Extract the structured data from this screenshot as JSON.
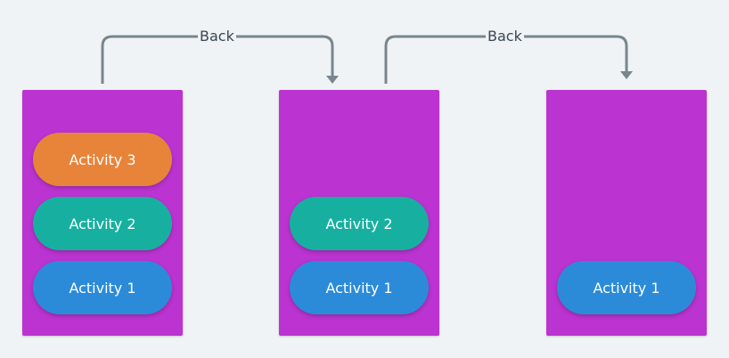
{
  "colors": {
    "background": "#eff3f6",
    "stack": "#bb33d0",
    "activity_1": "#2b8bd9",
    "activity_2": "#17b0a0",
    "activity_3": "#e8843a",
    "arrow": "#78868f"
  },
  "transitions": [
    {
      "label": "Back"
    },
    {
      "label": "Back"
    }
  ],
  "stacks": [
    {
      "activities": [
        "Activity 3",
        "Activity 2",
        "Activity 1"
      ]
    },
    {
      "activities": [
        "Activity 2",
        "Activity 1"
      ]
    },
    {
      "activities": [
        "Activity 1"
      ]
    }
  ]
}
